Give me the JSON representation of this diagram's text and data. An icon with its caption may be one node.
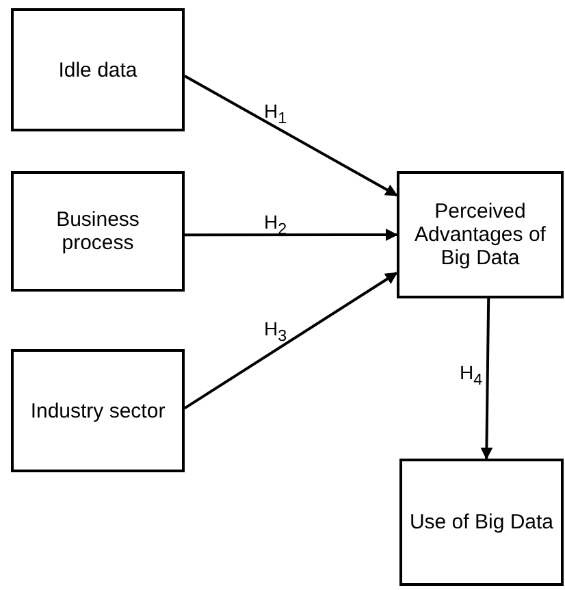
{
  "diagram": {
    "nodes": [
      {
        "text": [
          "Idle data"
        ]
      },
      {
        "text": [
          "Business process"
        ]
      },
      {
        "text": [
          "Industry sector"
        ]
      },
      {
        "text": [
          "Perceived Advantages of Big Data"
        ]
      },
      {
        "text": [
          "Use of Big Data"
        ]
      }
    ],
    "edges": [
      {
        "from": 0,
        "to": 3,
        "arrow": "to",
        "label": "H$_{1}$"
      },
      {
        "from": 1,
        "to": 3,
        "arrow": "to",
        "label": "H$_{2}$"
      },
      {
        "from": 2,
        "to": 3,
        "arrow": "to",
        "label": "H$_{3}$"
      },
      {
        "from": 3,
        "to": 4,
        "arrow": "to",
        "label": "H$_{4}$"
      }
    ]
  }
}
